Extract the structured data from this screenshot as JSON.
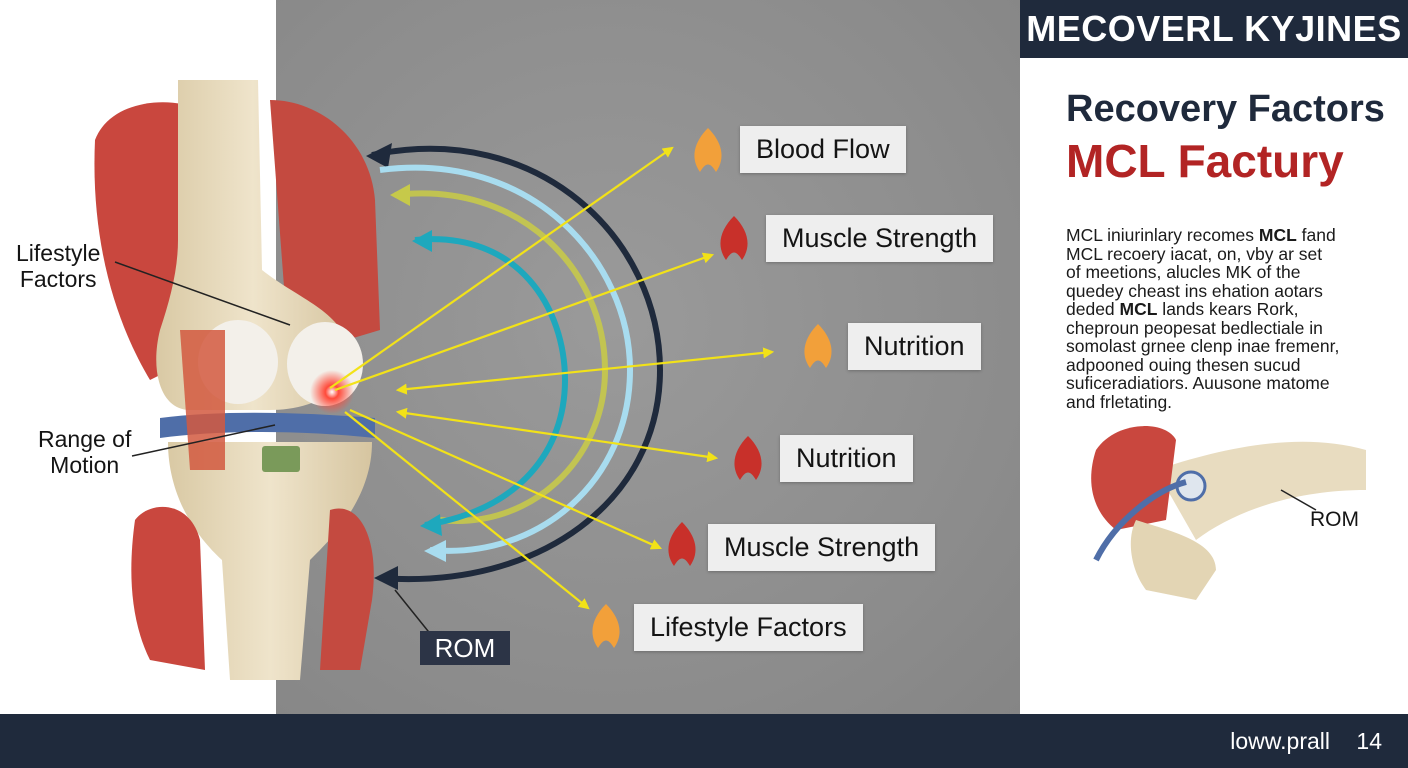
{
  "header": {
    "title": "MECOVERL KYJINES"
  },
  "diagram": {
    "left_labels": {
      "lifestyle_line1": "Lifestyle",
      "lifestyle_line2": "Factors",
      "rom_line1": "Range of",
      "rom_line2": "Motion"
    },
    "rom_box": "ROM",
    "factors": [
      {
        "label": "Blood Flow",
        "color": "#f2a03a"
      },
      {
        "label": "Muscle Strength",
        "color": "#c8302a"
      },
      {
        "label": "Nutrition",
        "color": "#f2a03a"
      },
      {
        "label": "Nutrition",
        "color": "#c8302a"
      },
      {
        "label": "Muscle Strength",
        "color": "#c8302a"
      },
      {
        "label": "Lifestyle Factors",
        "color": "#f2a03a"
      }
    ],
    "colors": {
      "pointer_arrows": "#f2e218",
      "arc_navy": "#1f2a3c",
      "arc_light_blue": "#a8dcef",
      "arc_olive": "#c6c94a",
      "arc_teal": "#1ea8bd",
      "muscle": "#c9473e",
      "bone": "#e8dcc0"
    }
  },
  "right_panel": {
    "title_line1": "Recovery Factors",
    "title_line2": "MCL Factury",
    "body_lines": [
      [
        "MCL iniurinlary recomes ",
        "MCL",
        " fand"
      ],
      [
        "MCL recoеry iacat, on, vby ar set",
        "",
        ""
      ],
      [
        "of meetions, alucles MK of the",
        "",
        ""
      ],
      [
        "quedey cheast ins ehation aotars",
        "",
        ""
      ],
      [
        "deded ",
        "MCL",
        " lands kears Rork,"
      ],
      [
        "cheproun peopesat bedlectiale in",
        "",
        ""
      ],
      [
        "somolast grnee clenp inae fremenr,",
        "",
        ""
      ],
      [
        "adpooned ouing thesen sucud",
        "",
        ""
      ],
      [
        "suficeradiatiors. Auusone matome",
        "",
        ""
      ],
      [
        "and frletating.",
        "",
        ""
      ]
    ],
    "rom_label": "ROM"
  },
  "footer": {
    "url": "lоww.prall",
    "page": "14"
  }
}
